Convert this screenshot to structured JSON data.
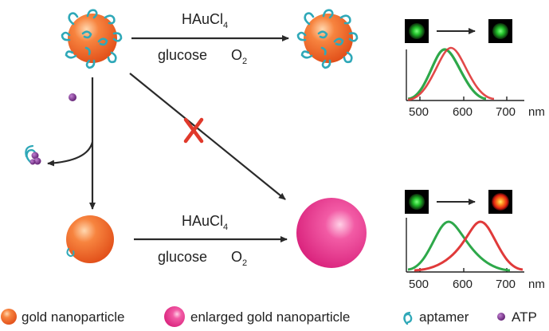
{
  "reagents": {
    "top": {
      "reagent": "HAuCl",
      "reagent_sub": "4",
      "conditions": "glucose",
      "oxidant": "O",
      "oxidant_sub": "2"
    },
    "bottom": {
      "reagent": "HAuCl",
      "reagent_sub": "4",
      "conditions": "glucose",
      "oxidant": "O",
      "oxidant_sub": "2"
    }
  },
  "spectra": {
    "top": {
      "ticks": [
        "500",
        "600",
        "700"
      ],
      "unit": "nm"
    },
    "bottom": {
      "ticks": [
        "500",
        "600",
        "700"
      ],
      "unit": "nm"
    }
  },
  "legend": {
    "gold_np": "gold nanoparticle",
    "enlarged_np": "enlarged gold nanoparticle",
    "aptamer": "aptamer",
    "atp": "ATP"
  },
  "colors": {
    "gold_np": "#f0662a",
    "enlarged_np": "#e8308a",
    "aptamer": "#2fa8b8",
    "atp": "#7a2a8c",
    "green_curve": "#2ea84a",
    "red_curve": "#e03a3a",
    "cross": "#e0392b"
  }
}
